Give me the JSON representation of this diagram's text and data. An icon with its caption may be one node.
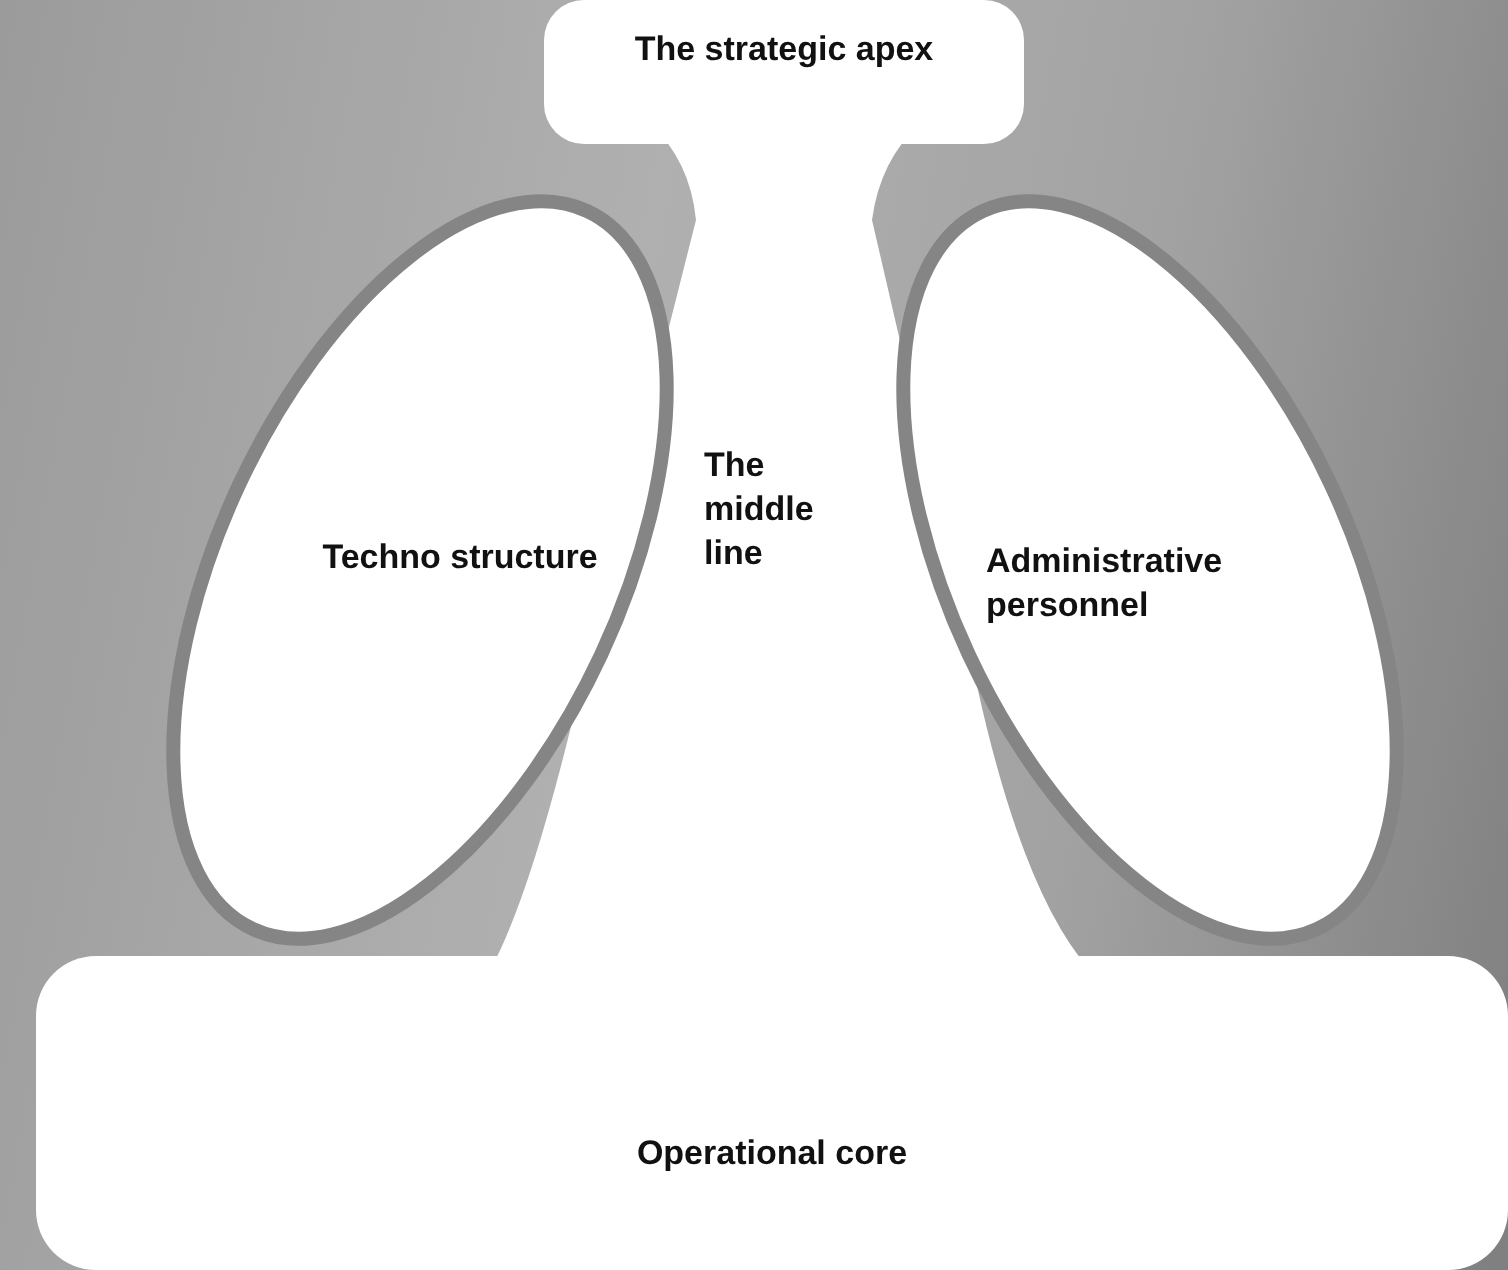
{
  "diagram": {
    "nodes": [
      {
        "text": [
          "The strategic apex"
        ]
      },
      {
        "text": [
          "Techno structure"
        ]
      },
      {
        "text": [
          "The middle line"
        ]
      },
      {
        "text": [
          "Administrative personnel"
        ]
      },
      {
        "text": [
          "Operational core"
        ]
      }
    ]
  }
}
